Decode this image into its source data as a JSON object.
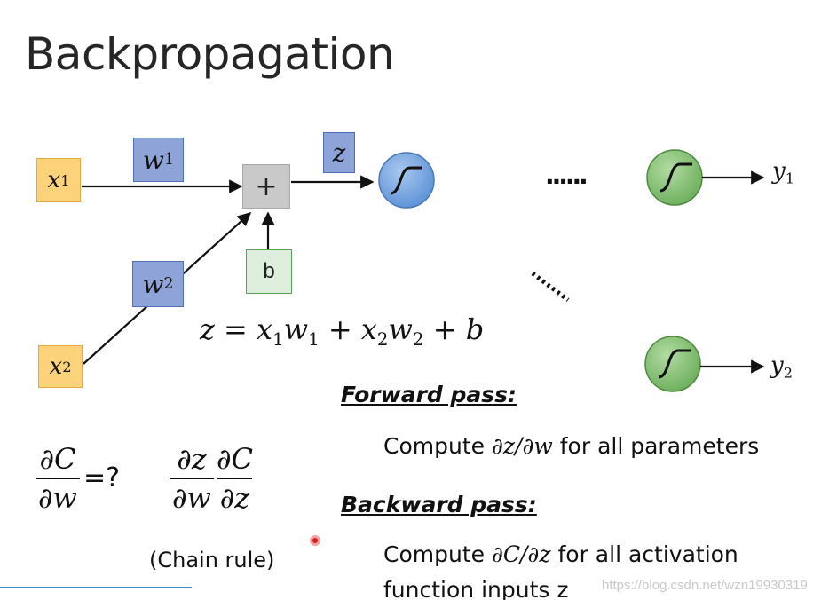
{
  "title": "Backpropagation",
  "diagram": {
    "x1": "x",
    "x1_sub": "1",
    "x2": "x",
    "x2_sub": "2",
    "w1": "w",
    "w1_sub": "1",
    "w2": "w",
    "w2_sub": "2",
    "plus": "+",
    "z": "z",
    "bias": "b",
    "dots": "......",
    "y1": "y",
    "y1_sub": "1",
    "y2": "y",
    "y2_sub": "2"
  },
  "equation": {
    "z_lhs": "z = x",
    "s1": "1",
    "w": "w",
    "s2": "1",
    "plus_x": " + x",
    "s3": "2",
    "w2": "w",
    "s4": "2",
    "plus_b": " + b"
  },
  "derivative": {
    "num": "∂C",
    "den": "∂w",
    "eq": "=?",
    "chain_num1": "∂z",
    "chain_den1": "∂w",
    "chain_num2": "∂C",
    "chain_den2": "∂z",
    "chain_label": "(Chain rule)"
  },
  "forward": {
    "heading": "Forward pass:",
    "text_prefix": "Compute ",
    "text_math": "∂z/∂w",
    "text_suffix": " for all parameters"
  },
  "backward": {
    "heading": "Backward pass:",
    "text_prefix": "Compute ",
    "text_math": "∂C/∂z",
    "text_suffix": " for all activation",
    "text_line2": "function inputs z"
  },
  "watermark": "https://blog.csdn.net/wzn19930319",
  "colors": {
    "input_fill": "#fcd37a",
    "weight_fill": "#8ea4d8",
    "neuron_blue": "#6fa3de",
    "neuron_green": "#8cc47a",
    "bias_fill": "#ddeedd"
  }
}
